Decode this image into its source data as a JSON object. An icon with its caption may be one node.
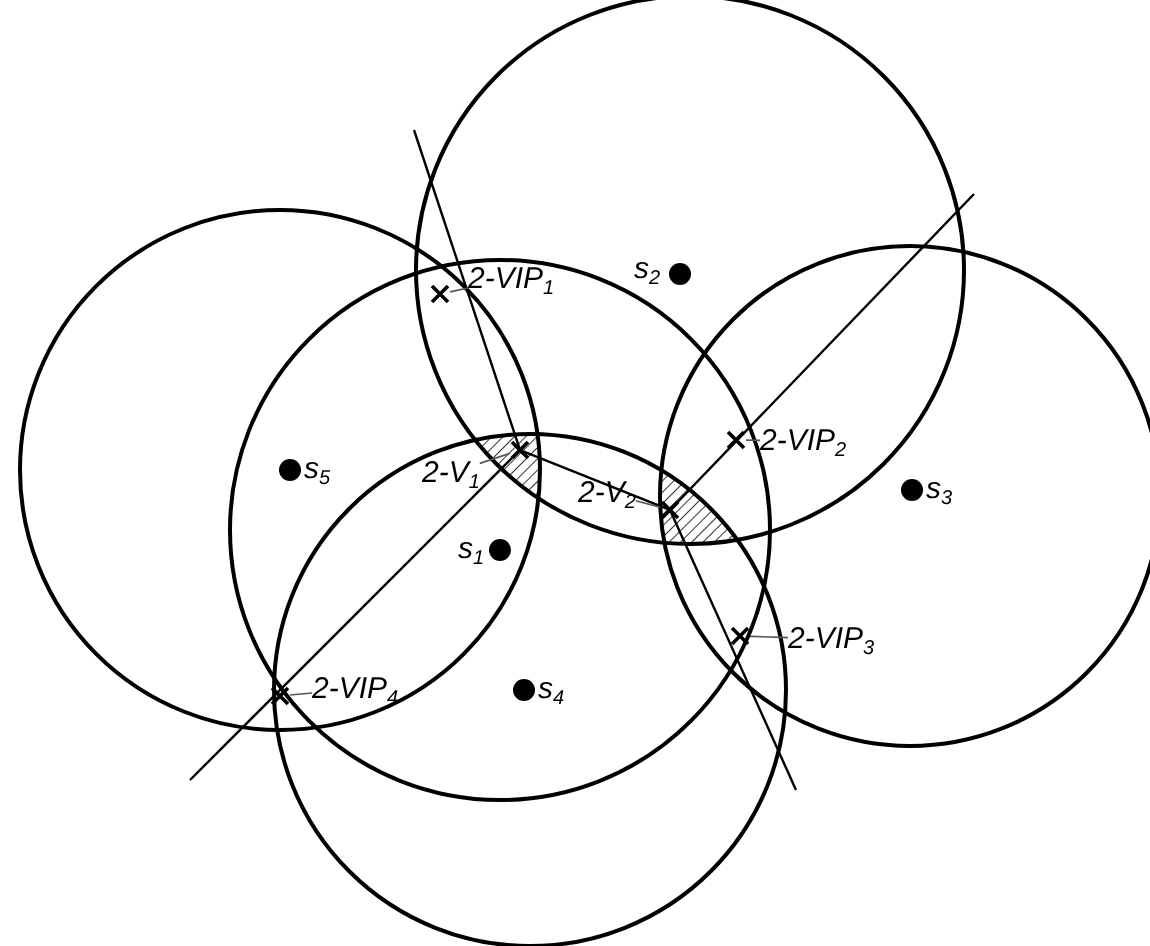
{
  "diagram": {
    "nodes": [
      {
        "text": [
          "2-VIP$_{1}$"
        ]
      },
      {
        "text": [
          "2-VIP$_{2}$"
        ]
      },
      {
        "text": [
          "2-V$_{1}$"
        ]
      },
      {
        "text": [
          "2-V$_{2}$"
        ]
      },
      {
        "text": [
          "2-VIP$_{3}$"
        ]
      },
      {
        "text": [
          "2-VIP$_{4}$"
        ]
      },
      {
        "text": [],
        "shape": "cross"
      },
      {
        "text": [],
        "shape": "cross"
      },
      {
        "text": [],
        "shape": "cross"
      },
      {
        "text": [],
        "shape": "cross"
      },
      {
        "text": [],
        "shape": "cross"
      },
      {
        "text": [],
        "shape": "cross"
      }
    ],
    "edges": [
      {
        "from": 0,
        "to": 6,
        "arrow": "none"
      },
      {
        "from": 1,
        "to": 7,
        "arrow": "none"
      },
      {
        "from": 2,
        "to": 8,
        "arrow": "none"
      },
      {
        "from": 3,
        "to": 9,
        "arrow": "none"
      },
      {
        "from": 4,
        "to": 10,
        "arrow": "none"
      },
      {
        "from": 5,
        "to": 11,
        "arrow": "none"
      }
    ],
    "labels": [
      "s$_{2}$",
      "s$_{5}$",
      "s$_{3}$",
      "s$_{1}$",
      "s$_{4}$"
    ]
  }
}
